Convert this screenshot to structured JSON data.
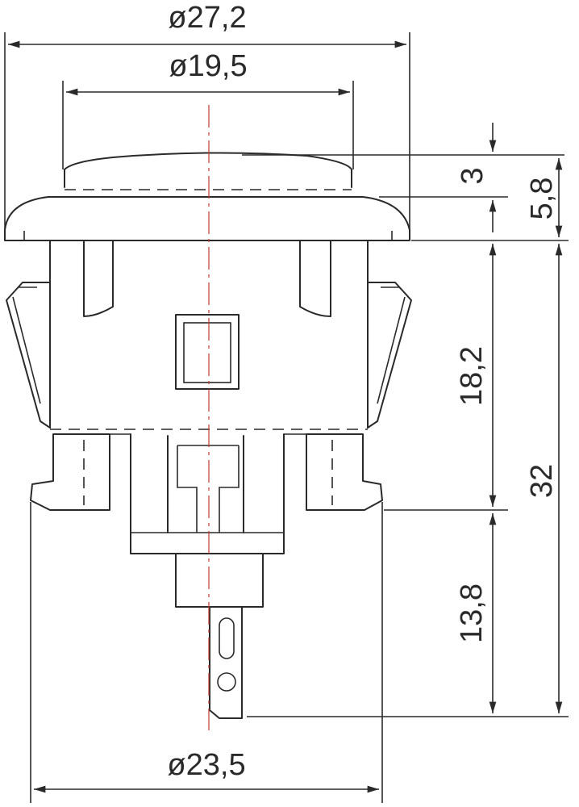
{
  "drawing": {
    "dimensions": {
      "outer_diameter": "ø27,2",
      "button_diameter": "ø19,5",
      "bezel_diameter": "ø23,5",
      "cap_height": "3",
      "head_height": "5,8",
      "body_height": "18,2",
      "total_height": "32",
      "terminal_length": "13,8"
    }
  }
}
